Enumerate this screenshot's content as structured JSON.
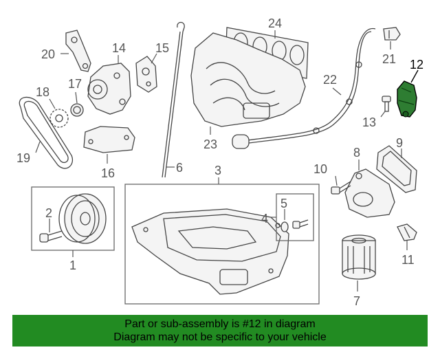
{
  "callouts": {
    "c1": "1",
    "c2": "2",
    "c3": "3",
    "c4": "4",
    "c5": "5",
    "c6": "6",
    "c7": "7",
    "c8": "8",
    "c9": "9",
    "c10": "10",
    "c11": "11",
    "c12": "12",
    "c13": "13",
    "c14": "14",
    "c15": "15",
    "c16": "16",
    "c17": "17",
    "c18": "18",
    "c19": "19",
    "c20": "20",
    "c21": "21",
    "c22": "22",
    "c23": "23",
    "c24": "24"
  },
  "highlight": {
    "part": "12",
    "color": "#228b22",
    "text_color": "#000000"
  },
  "banner": {
    "line1": "Part or sub-assembly is #12 in diagram",
    "line2": "Diagram may not be specific to your vehicle"
  }
}
